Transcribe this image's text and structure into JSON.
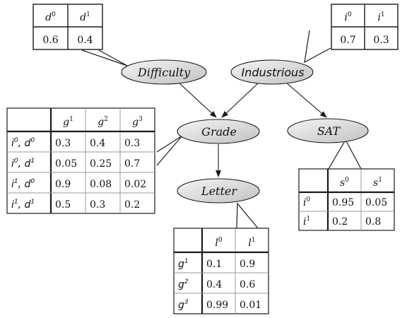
{
  "nodes": {
    "difficulty": "Difficulty",
    "industrious": "Industrious",
    "grade": "Grade",
    "sat": "SAT",
    "letter": "Letter"
  },
  "cpd_d": {
    "headers": [
      {
        "b": "d",
        "s": "0"
      },
      {
        "b": "d",
        "s": "1"
      }
    ],
    "values": [
      "0.6",
      "0.4"
    ]
  },
  "cpd_i": {
    "headers": [
      {
        "b": "i",
        "s": "0"
      },
      {
        "b": "i",
        "s": "1"
      }
    ],
    "values": [
      "0.7",
      "0.3"
    ]
  },
  "cpd_g": {
    "headers": [
      {
        "b": "g",
        "s": "1"
      },
      {
        "b": "g",
        "s": "2"
      },
      {
        "b": "g",
        "s": "3"
      }
    ],
    "rows": [
      {
        "label": [
          {
            "b": "i",
            "s": "0"
          },
          {
            "t": ", "
          },
          {
            "b": "d",
            "s": "0"
          }
        ],
        "values": [
          "0.3",
          "0.4",
          "0.3"
        ]
      },
      {
        "label": [
          {
            "b": "i",
            "s": "0"
          },
          {
            "t": ", "
          },
          {
            "b": "d",
            "s": "1"
          }
        ],
        "values": [
          "0.05",
          "0.25",
          "0.7"
        ]
      },
      {
        "label": [
          {
            "b": "i",
            "s": "1"
          },
          {
            "t": ", "
          },
          {
            "b": "d",
            "s": "0"
          }
        ],
        "values": [
          "0.9",
          "0.08",
          "0.02"
        ]
      },
      {
        "label": [
          {
            "b": "i",
            "s": "1"
          },
          {
            "t": ", "
          },
          {
            "b": "d",
            "s": "1"
          }
        ],
        "values": [
          "0.5",
          "0.3",
          "0.2"
        ]
      }
    ]
  },
  "cpd_s": {
    "headers": [
      {
        "b": "s",
        "s": "0"
      },
      {
        "b": "s",
        "s": "1"
      }
    ],
    "rows": [
      {
        "label": [
          {
            "b": "i",
            "s": "0"
          }
        ],
        "values": [
          "0.95",
          "0.05"
        ]
      },
      {
        "label": [
          {
            "b": "i",
            "s": "1"
          }
        ],
        "values": [
          "0.2",
          "0.8"
        ]
      }
    ]
  },
  "cpd_l": {
    "headers": [
      {
        "b": "l",
        "s": "0"
      },
      {
        "b": "l",
        "s": "1"
      }
    ],
    "rows": [
      {
        "label": [
          {
            "b": "g",
            "s": "1"
          }
        ],
        "values": [
          "0.1",
          "0.9"
        ]
      },
      {
        "label": [
          {
            "b": "g",
            "s": "2"
          }
        ],
        "values": [
          "0.4",
          "0.6"
        ]
      },
      {
        "label": [
          {
            "b": "g",
            "s": "3"
          }
        ],
        "values": [
          "0.99",
          "0.01"
        ]
      }
    ]
  },
  "colors": {
    "node_fill_light": "#f2f2f2",
    "node_fill_dark": "#c4c4c4",
    "stroke": "#1a1a1a",
    "grid": "#9a9a9a",
    "text": "#111111"
  }
}
